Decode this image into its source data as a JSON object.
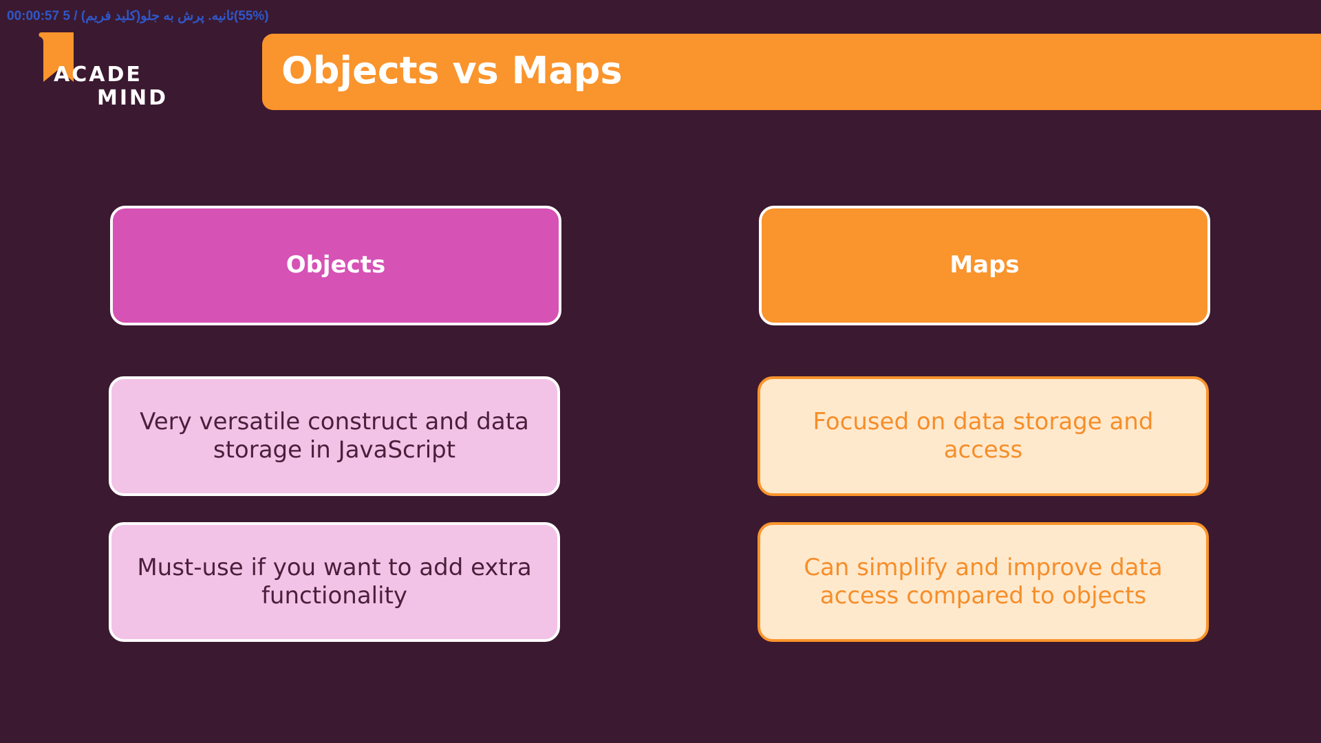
{
  "overlay": {
    "text": "(55%)ثانیه. پرش به جلو(کلید فریم) / 5 00:00:57"
  },
  "logo": {
    "line1": "ACADE",
    "line2": "MIND",
    "icon": "bookmark-icon"
  },
  "slide": {
    "title": "Objects vs Maps"
  },
  "columns": {
    "objects": {
      "heading": "Objects",
      "items": [
        "Very versatile construct and data storage in JavaScript",
        "Must-use if you want to add extra functionality"
      ]
    },
    "maps": {
      "heading": "Maps",
      "items": [
        "Focused on data storage and access",
        "Can simplify and improve data access compared to objects"
      ]
    }
  },
  "colors": {
    "background": "#3b1930",
    "orange": "#fa942c",
    "magenta": "#d652b5",
    "pink_light": "#f2c3e6",
    "peach_light": "#ffe9cd"
  }
}
